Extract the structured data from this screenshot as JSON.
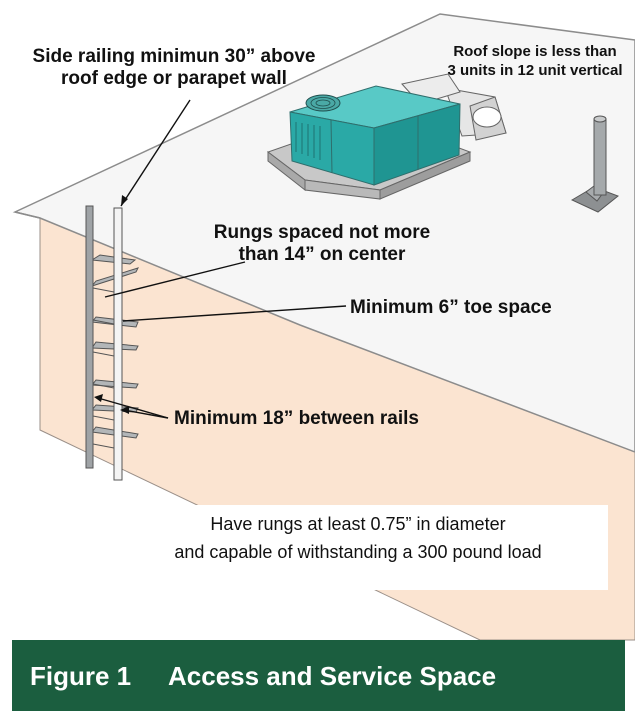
{
  "labels": {
    "side_railing_1": "Side railing minimun 30” above",
    "side_railing_2": "roof edge or parapet wall",
    "roof_slope_1": "Roof slope is less than",
    "roof_slope_2": "3 units in 12 unit vertical",
    "rungs_spaced_1": "Rungs spaced not more",
    "rungs_spaced_2": "than 14” on center",
    "toe_space": "Minimum 6” toe space",
    "between_rails": "Minimum 18” between rails",
    "rung_note_1": "Have rungs at least 0.75” in diameter",
    "rung_note_2": "and capable of withstanding a 300 pound load"
  },
  "caption": {
    "number": "Figure 1",
    "title": "Access and Service Space"
  },
  "colors": {
    "roof": "#f7f7f7",
    "wall": "#fbe4d1",
    "hvac_unit": "#2fb3b0",
    "caption_bg": "#1b5e3f"
  }
}
